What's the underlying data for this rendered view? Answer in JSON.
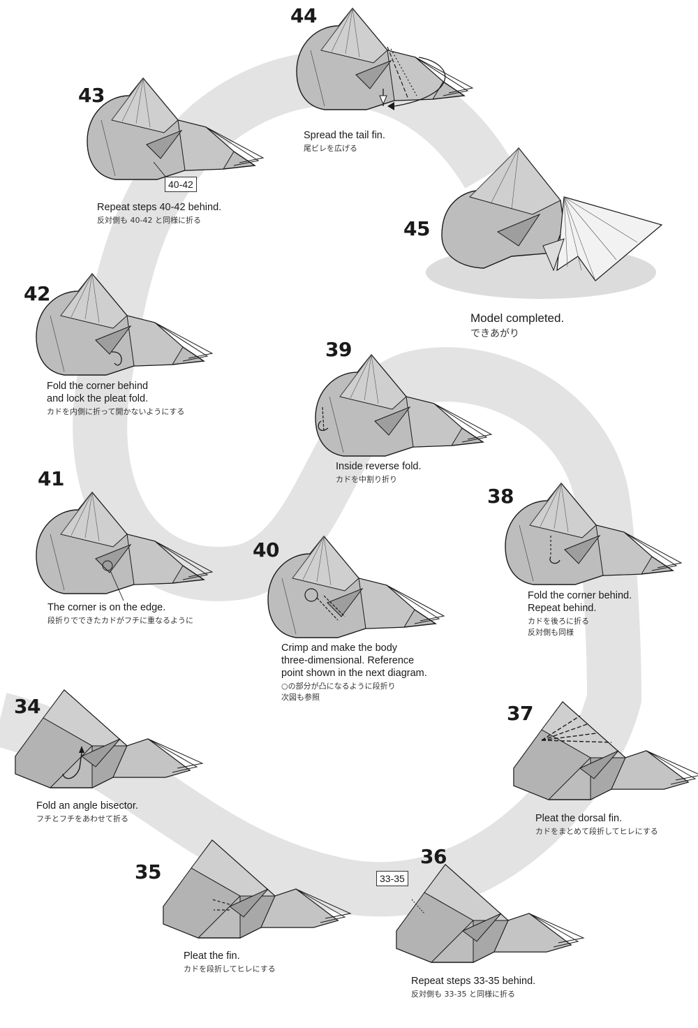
{
  "steps": [
    {
      "number": "34",
      "en": [
        "Fold an angle bisector."
      ],
      "jp": [
        "フチとフチをあわせて折る"
      ]
    },
    {
      "number": "35",
      "en": [
        "Pleat the fin."
      ],
      "jp": [
        "カドを段折してヒレにする"
      ]
    },
    {
      "number": "36",
      "en": [
        "Repeat steps 33-35 behind."
      ],
      "jp": [
        "反対側も 33-35 と同様に折る"
      ],
      "ref": "33-35"
    },
    {
      "number": "37",
      "en": [
        "Pleat the dorsal fin."
      ],
      "jp": [
        "カドをまとめて段折してヒレにする"
      ]
    },
    {
      "number": "38",
      "en": [
        "Fold the corner behind.",
        "Repeat behind."
      ],
      "jp": [
        "カドを後ろに折る",
        "反対側も同様"
      ]
    },
    {
      "number": "39",
      "en": [
        "Inside reverse fold."
      ],
      "jp": [
        "カドを中割り折り"
      ]
    },
    {
      "number": "40",
      "en": [
        "Crimp and make the body",
        "three-dimensional. Reference",
        "point shown in the next diagram."
      ],
      "jp": [
        "○の部分が凸になるように段折り",
        "次図も参照"
      ]
    },
    {
      "number": "41",
      "en": [
        "The corner is on the edge."
      ],
      "jp": [
        "段折りでできたカドがフチに重なるように"
      ]
    },
    {
      "number": "42",
      "en": [
        "Fold the corner behind",
        "and lock the pleat fold."
      ],
      "jp": [
        "カドを内側に折って開かないようにする"
      ]
    },
    {
      "number": "43",
      "en": [
        "Repeat steps 40-42 behind."
      ],
      "jp": [
        "反対側も 40-42 と同様に折る"
      ],
      "ref": "40-42"
    },
    {
      "number": "44",
      "en": [
        "Spread the tail fin."
      ],
      "jp": [
        "尾ビレを広げる"
      ]
    },
    {
      "number": "45",
      "en": [
        "Model completed."
      ],
      "jp": [
        "できあがり"
      ]
    }
  ],
  "colors": {
    "path": "#e3e3e3",
    "paper": "#bdbdbd",
    "paper_dark": "#8f8f8f",
    "paper_light": "#d4d4d4",
    "line": "#1a1a1a",
    "shadow": "#dcdcdc",
    "fin_white": "#f2f2f2"
  }
}
